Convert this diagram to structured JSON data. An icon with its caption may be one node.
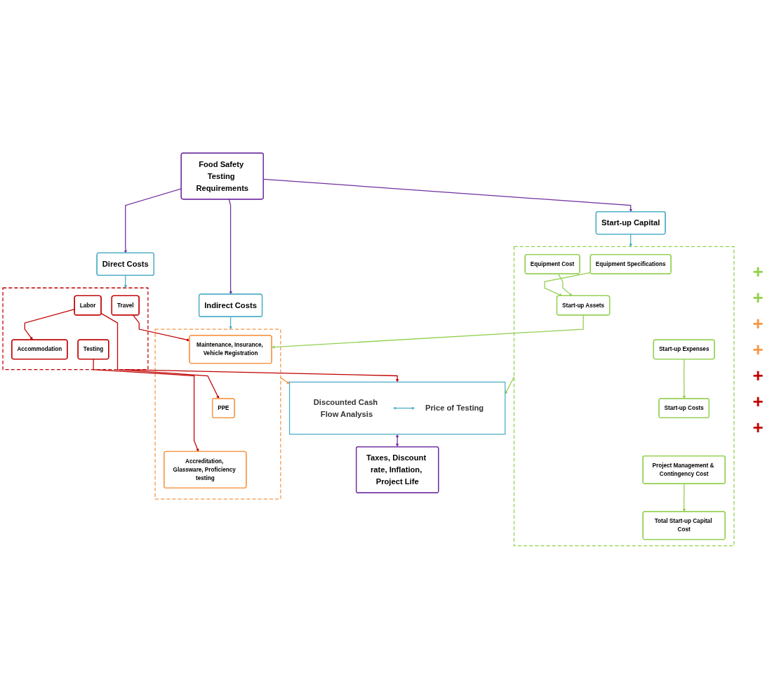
{
  "diagram": {
    "nodes": [
      {
        "text": [
          "Food Safety Testing Requirements"
        ]
      },
      {
        "text": [
          "Start-up Capital"
        ]
      },
      {
        "text": [
          "Indirect Costs"
        ]
      },
      {
        "text": [
          "Direct Costs"
        ]
      },
      {
        "text": [],
        "shape": "box"
      },
      {
        "text": [
          "Equipment Specifications"
        ],
        "in": 4
      },
      {
        "text": [
          "Equipment Cost"
        ],
        "in": 4
      },
      {
        "text": [
          "Start-up Assets"
        ],
        "in": 4
      },
      {
        "text": [
          "Start-up Expenses"
        ],
        "in": 4
      },
      {
        "text": [
          "Start-up Costs"
        ],
        "in": 4
      },
      {
        "text": [
          "Project Management & Contingency Cost"
        ],
        "in": 4
      },
      {
        "text": [
          "Total Start-up Capital Cost"
        ],
        "in": 4
      },
      {
        "text": [],
        "shape": "box"
      },
      {
        "text": [
          "Maintenance, Insurance, Vehicle Registration"
        ],
        "in": 12
      },
      {
        "text": [
          "PPE"
        ],
        "in": 12
      },
      {
        "text": [
          "Accreditation, Glassware, Proficiency testing"
        ],
        "in": 12
      },
      {
        "text": [],
        "shape": "box"
      },
      {
        "text": [
          "Travel"
        ],
        "in": 16
      },
      {
        "text": [
          "Accommodation"
        ],
        "in": 16
      },
      {
        "text": [
          "Labor"
        ],
        "in": 16
      },
      {
        "text": [
          "Testing"
        ],
        "in": 16
      },
      {
        "text": [],
        "shape": "box"
      },
      {
        "text": [
          "Discounted Cash Flow Analysis"
        ],
        "in": 21
      },
      {
        "text": [
          "Price of Testing"
        ],
        "in": 21
      },
      {
        "text": [
          "Taxes, Discount rate, Inflation, Project Life"
        ]
      }
    ],
    "edges": [
      {
        "from": 0,
        "to": 1,
        "arrow": "to",
        "color": "#7030a0"
      },
      {
        "from": 0,
        "to": 2,
        "arrow": "to",
        "color": "#7030a0"
      },
      {
        "from": 0,
        "to": 3,
        "arrow": "to",
        "color": "#7030a0"
      },
      {
        "from": 1,
        "to": 4,
        "arrow": "to",
        "color": "#4bacc6"
      },
      {
        "from": 2,
        "to": 12,
        "arrow": "to",
        "color": "#4bacc6"
      },
      {
        "from": 3,
        "to": 16,
        "arrow": "to",
        "color": "#4bacc6"
      },
      {
        "from": 5,
        "to": 7,
        "arrow": "to"
      },
      {
        "from": 6,
        "to": 7,
        "arrow": "to"
      },
      {
        "from": 7,
        "to": 13,
        "arrow": "to"
      },
      {
        "from": 8,
        "to": 9,
        "arrow": "to"
      },
      {
        "from": 10,
        "to": 11,
        "arrow": "to"
      },
      {
        "from": 17,
        "to": 13,
        "arrow": "to",
        "color": "#c00000"
      },
      {
        "from": 19,
        "to": 14,
        "arrow": "to",
        "color": "#c00000"
      },
      {
        "from": 19,
        "to": 18,
        "arrow": "to",
        "color": "#c00000"
      },
      {
        "from": 20,
        "to": 15,
        "arrow": "to",
        "color": "#c00000"
      },
      {
        "from": 4,
        "to": 21,
        "arrow": "to"
      },
      {
        "from": 12,
        "to": 21,
        "arrow": "to",
        "color": "#f79646"
      },
      {
        "from": 16,
        "to": 21,
        "arrow": "to",
        "color": "#c00000"
      },
      {
        "from": 22,
        "to": 23,
        "arrow": "both",
        "color": "#4bacc6"
      },
      {
        "from": 21,
        "to": 24,
        "arrow": "both",
        "color": "#7030a0"
      }
    ],
    "labels": [
      "+",
      "+",
      "+",
      "+",
      "+",
      "+",
      "+"
    ]
  }
}
